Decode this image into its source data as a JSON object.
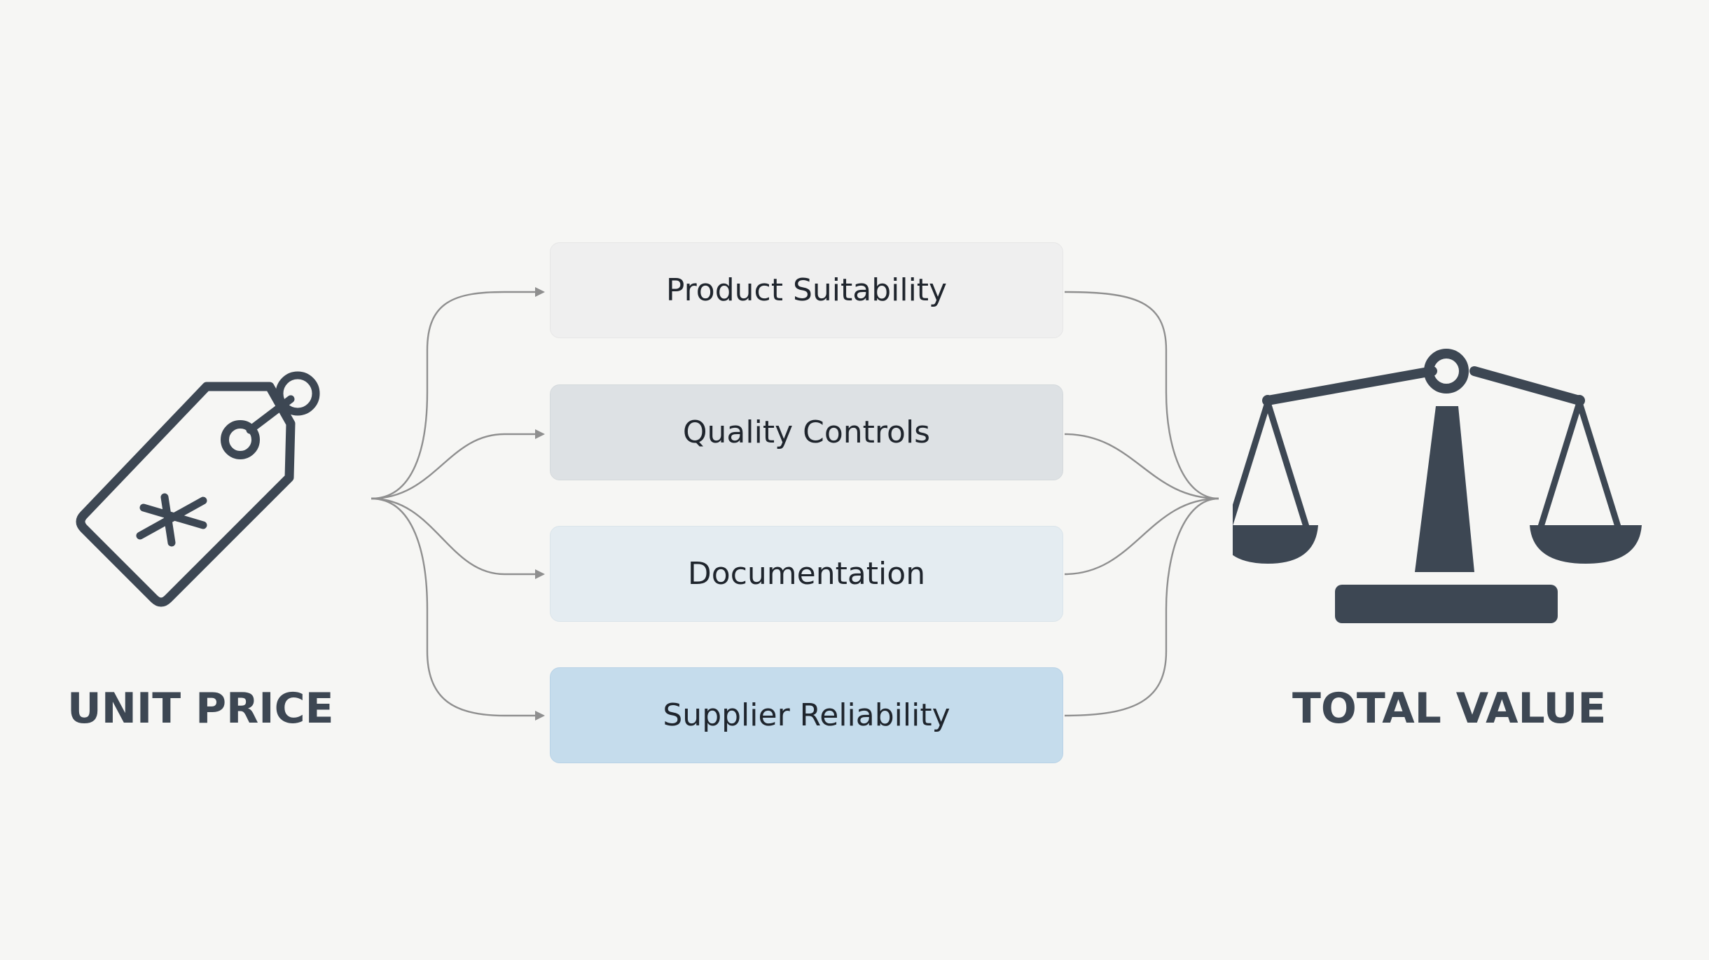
{
  "left": {
    "label": "UNIT PRICE",
    "icon": "price-tag-icon"
  },
  "right": {
    "label": "TOTAL VALUE",
    "icon": "balance-scale-icon"
  },
  "factors": [
    {
      "label": "Product Suitability"
    },
    {
      "label": "Quality Controls"
    },
    {
      "label": "Documentation"
    },
    {
      "label": "Supplier Reliability"
    }
  ],
  "colors": {
    "background": "#f6f6f4",
    "icon": "#3d4753",
    "connector": "#8f8f8f",
    "box_1": "#efefef",
    "box_2": "#dde1e4",
    "box_3": "#e4ecf1",
    "box_4": "#c5dcec"
  }
}
